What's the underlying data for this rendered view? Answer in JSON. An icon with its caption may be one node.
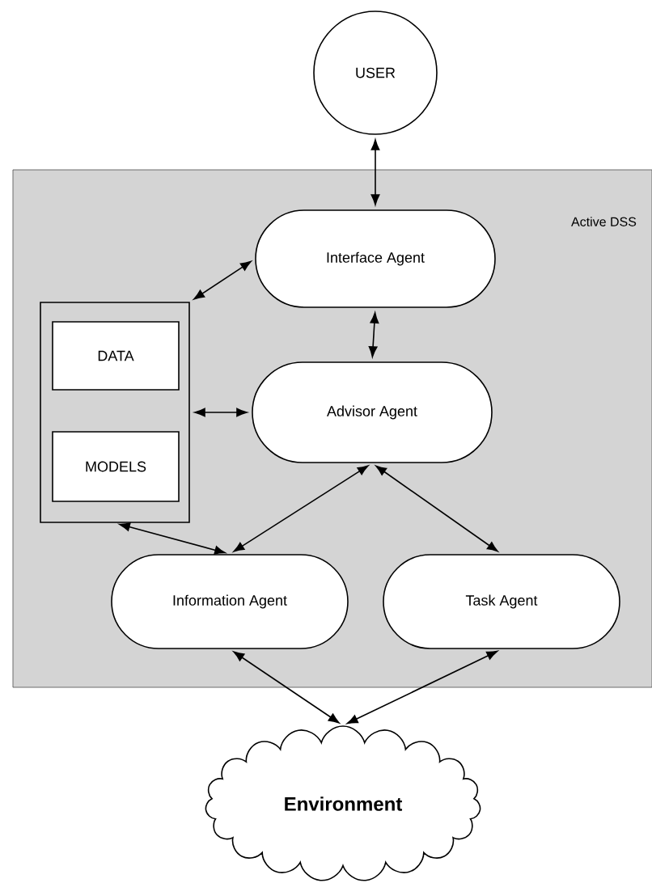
{
  "diagram": {
    "nodes": [
      {
        "text": [
          "USER"
        ]
      },
      {
        "text": [
          "Active DSS"
        ]
      },
      {
        "text": [
          "Interface Agent"
        ],
        "in": 1
      },
      {
        "text": [],
        "shape": "box",
        "in": 1
      },
      {
        "text": [
          "DATA"
        ],
        "in": 3
      },
      {
        "text": [
          "MODELS"
        ],
        "in": 3
      },
      {
        "text": [
          "Advisor Agent"
        ],
        "in": 1
      },
      {
        "text": [
          "Information Agent"
        ],
        "in": 1
      },
      {
        "text": [
          "Task Agent"
        ],
        "in": 1
      },
      {
        "text": [
          "Environment"
        ]
      }
    ],
    "edges": [
      {
        "from": 0,
        "to": 2,
        "arrow": "both"
      },
      {
        "from": 2,
        "to": 3,
        "arrow": "both"
      },
      {
        "from": 2,
        "to": 6,
        "arrow": "both"
      },
      {
        "from": 3,
        "to": 6,
        "arrow": "both"
      },
      {
        "from": 6,
        "to": 7,
        "arrow": "both"
      },
      {
        "from": 6,
        "to": 8,
        "arrow": "both"
      },
      {
        "from": 3,
        "to": 7,
        "arrow": "both"
      },
      {
        "from": 9,
        "to": 7,
        "arrow": "both"
      },
      {
        "from": 9,
        "to": 8,
        "arrow": "both"
      }
    ]
  }
}
